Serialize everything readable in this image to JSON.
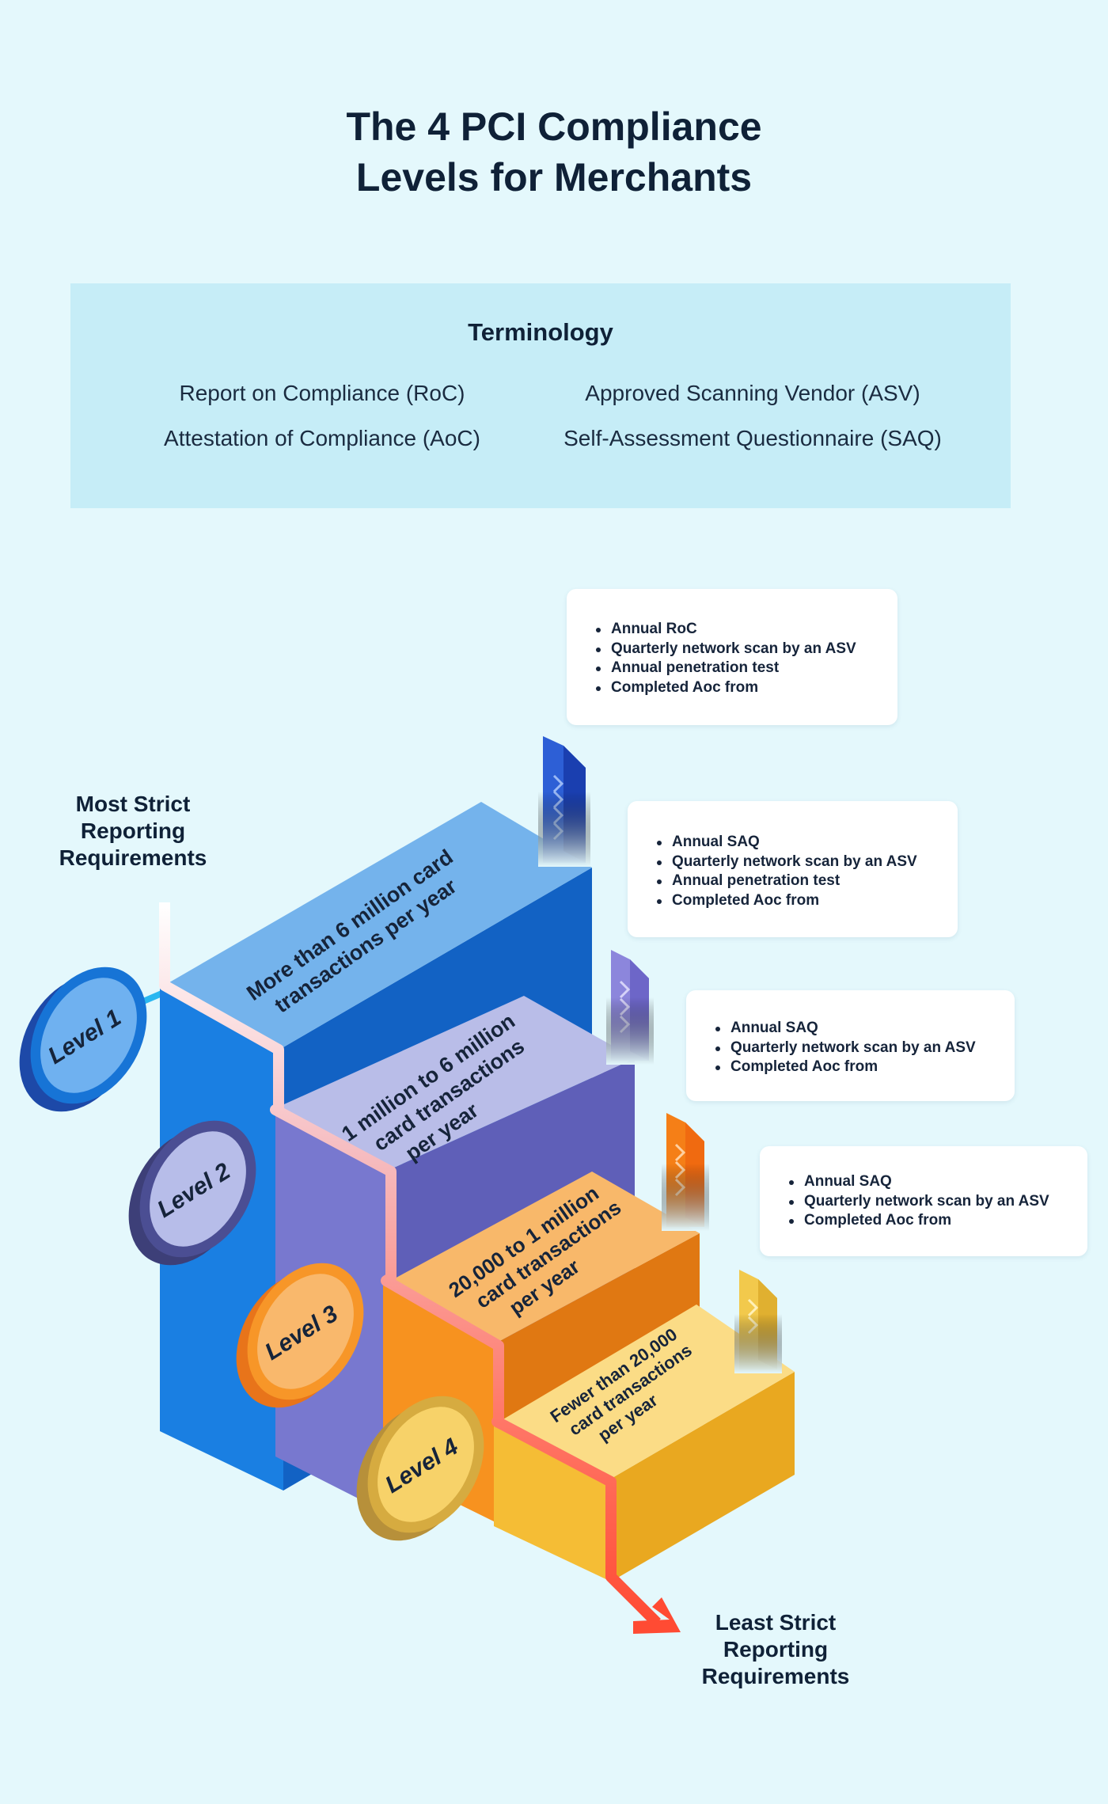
{
  "title": {
    "line1": "The 4 PCI Compliance",
    "line2": "Levels for Merchants"
  },
  "terminology": {
    "heading": "Terminology",
    "terms": [
      "Report on Compliance (RoC)",
      "Approved Scanning Vendor (ASV)",
      "Attestation of Compliance (AoC)",
      "Self-Assessment Questionnaire (SAQ)"
    ]
  },
  "scale": {
    "most": [
      "Most Strict",
      "Reporting",
      "Requirements"
    ],
    "least": [
      "Least Strict",
      "Reporting",
      "Requirements"
    ]
  },
  "levels": [
    {
      "badge": "Level 1",
      "criteria": [
        "More than 6 million card",
        "transactions per year"
      ],
      "requirements": [
        "Annual RoC",
        "Quarterly network scan by an ASV",
        "Annual penetration test",
        "Completed Aoc from"
      ],
      "colors": {
        "top": "#74b3ec",
        "side": "#1a7fe2",
        "dark": "#1262c4",
        "coin": "#6fb1f0",
        "coinEdge": "#1d49a8",
        "flag": "#2d5fd6"
      }
    },
    {
      "badge": "Level 2",
      "criteria": [
        "1 million to 6 million",
        "card transactions",
        "per year"
      ],
      "requirements": [
        "Annual SAQ",
        "Quarterly network scan by an ASV",
        "Annual penetration test",
        "Completed Aoc from"
      ],
      "colors": {
        "top": "#b9bde8",
        "side": "#7878cf",
        "dark": "#5f5fb8",
        "coin": "#b7bde9",
        "coinEdge": "#3d3f78",
        "flag": "#8c86dc"
      }
    },
    {
      "badge": "Level 3",
      "criteria": [
        "20,000 to 1 million",
        "card transactions",
        "per year"
      ],
      "requirements": [
        "Annual SAQ",
        "Quarterly network scan by an ASV",
        "Completed Aoc from"
      ],
      "colors": {
        "top": "#f8b86a",
        "side": "#f7921f",
        "dark": "#e07812",
        "coin": "#f9b86c",
        "coinEdge": "#f08a1a",
        "flag": "#f57f17"
      }
    },
    {
      "badge": "Level 4",
      "criteria": [
        "Fewer than 20,000",
        "card transactions",
        "per year"
      ],
      "requirements": [
        "Annual SAQ",
        "Quarterly network scan by an ASV",
        "Completed Aoc from"
      ],
      "colors": {
        "top": "#fbdc86",
        "side": "#f5bd35",
        "dark": "#e9a820",
        "coin": "#f7d269",
        "coinEdge": "#c69a3a",
        "flag": "#f2c94c"
      }
    }
  ]
}
